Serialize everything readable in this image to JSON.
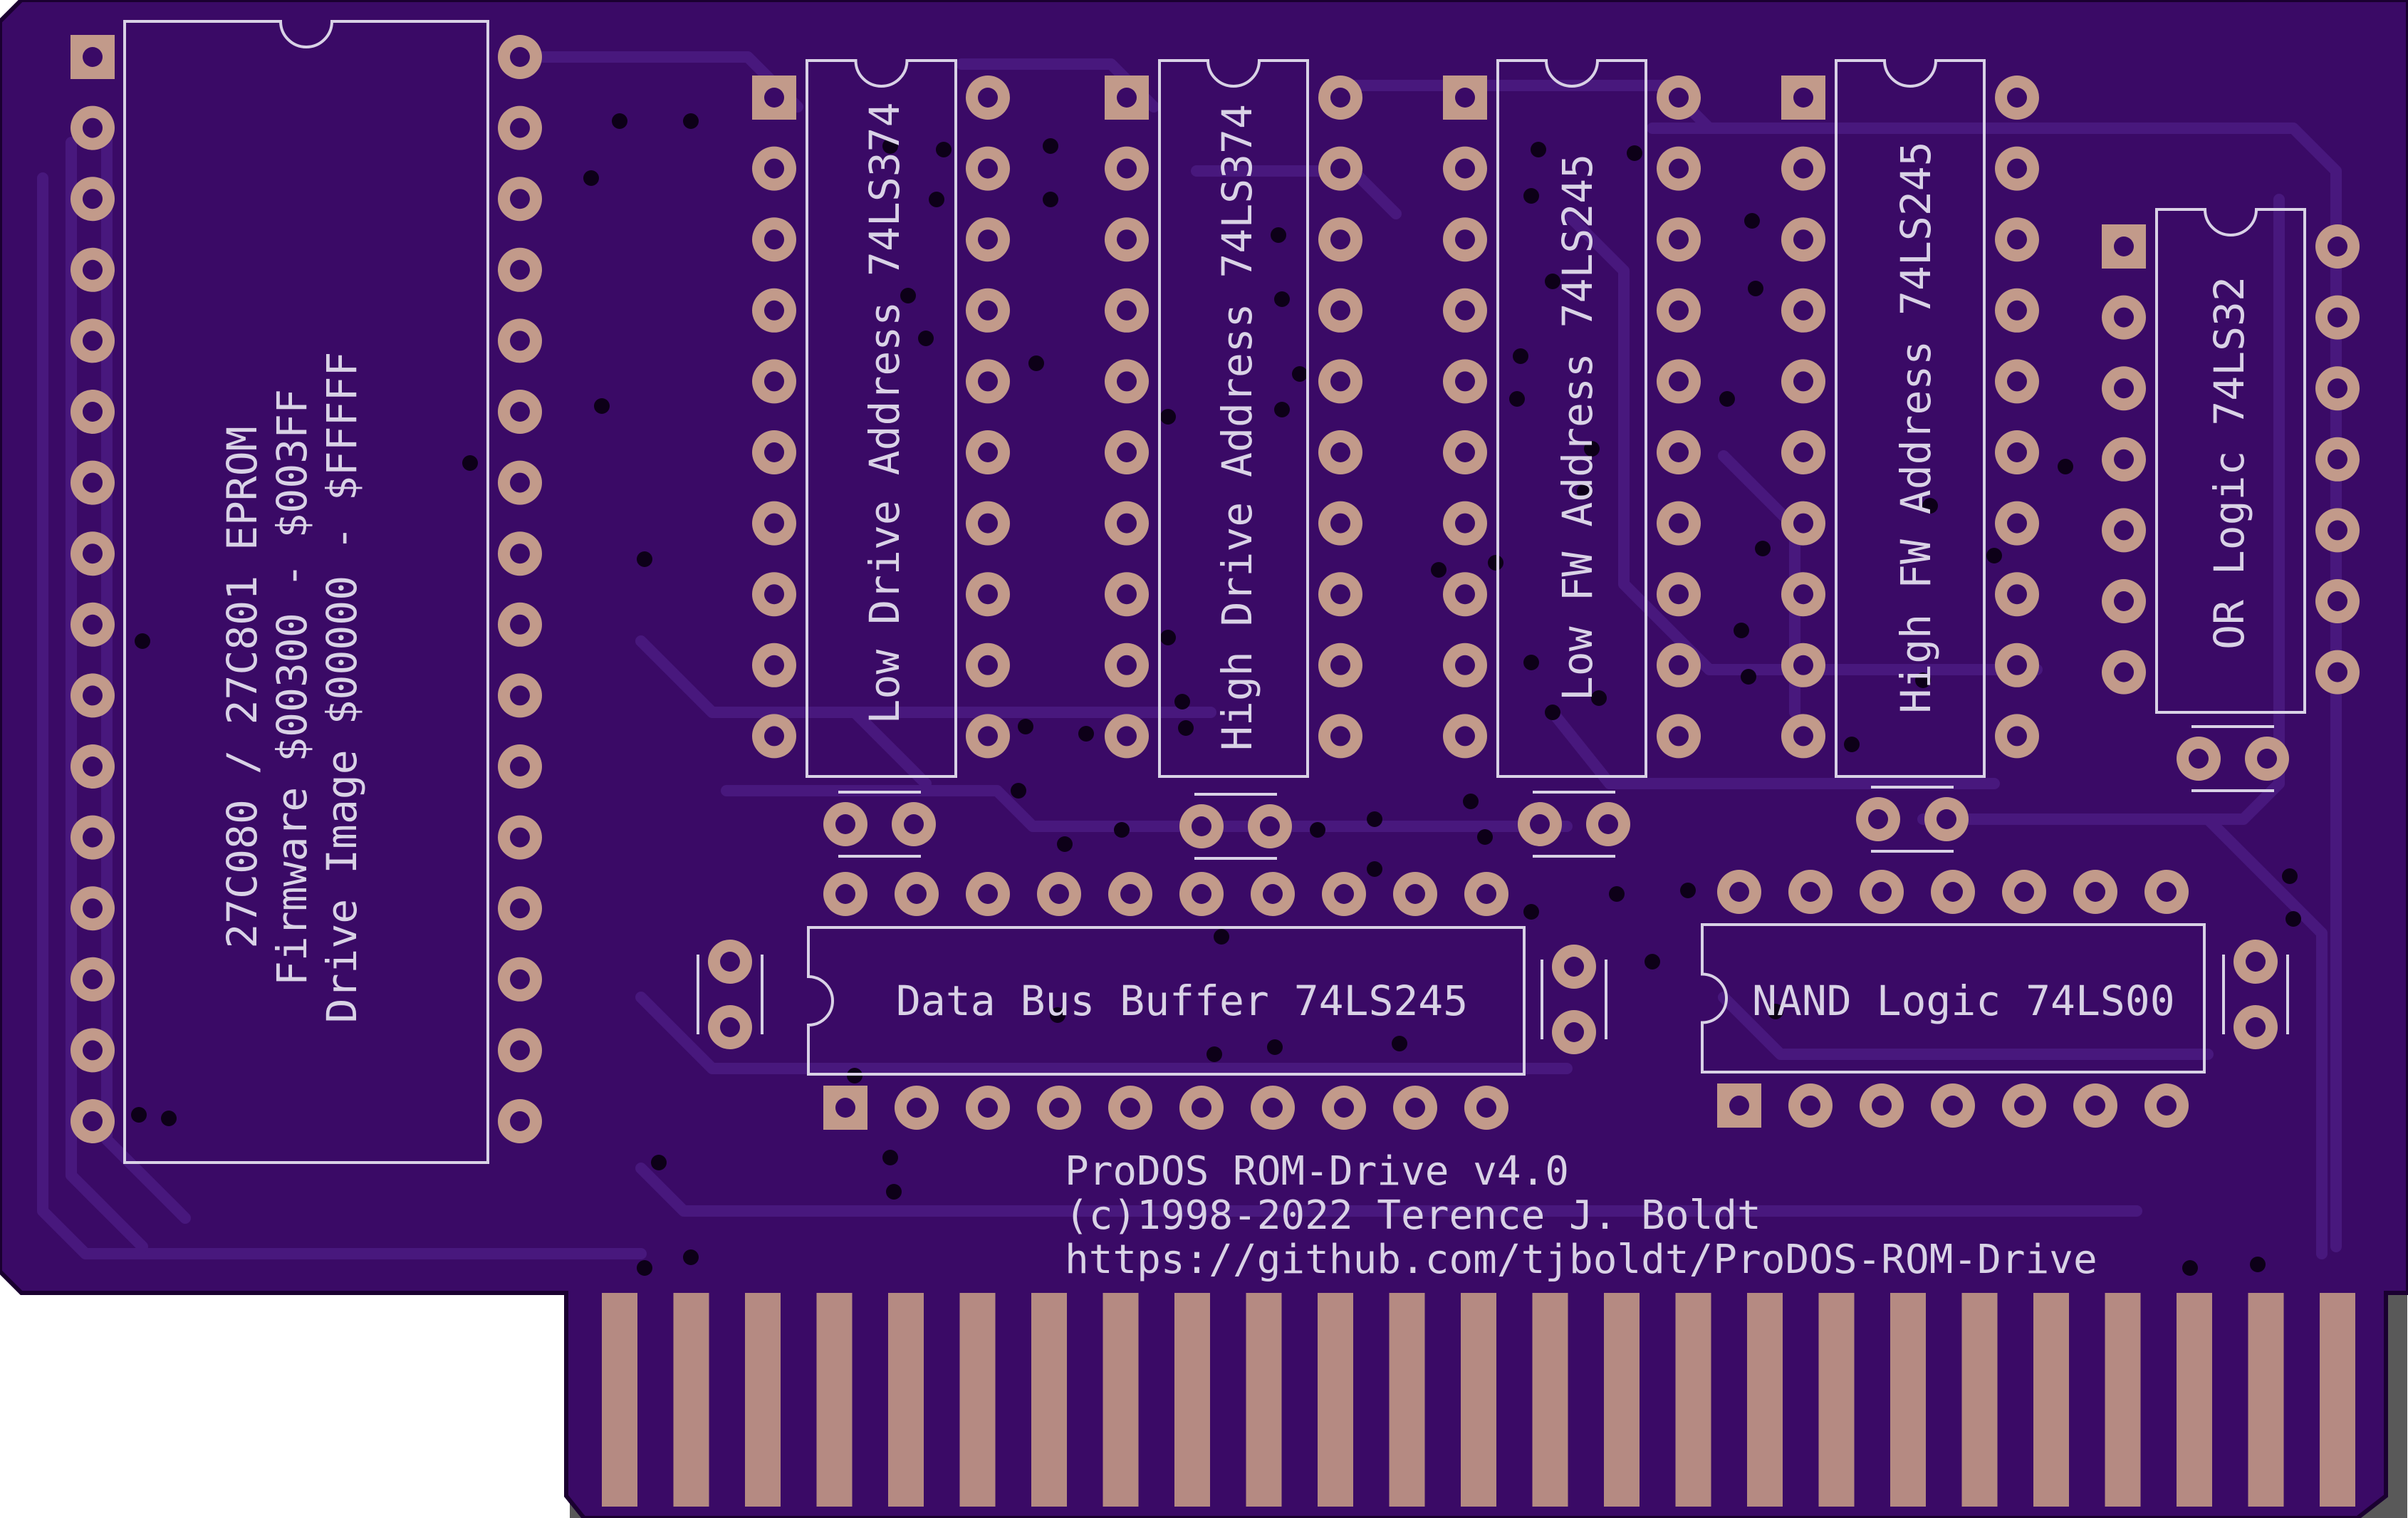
{
  "colors": {
    "board": "#3a0a66",
    "board_edge": "#1a0030",
    "trace": "#4a1a80",
    "silk": "#d9d2e6",
    "pad": "#c29a8a",
    "hole": "#3a0a66",
    "via": "#0d0018",
    "gold_finger": "#b58a82",
    "connector_bg": "#595959"
  },
  "ics": {
    "eprom": {
      "lines": [
        "27C080 / 27C801 EPROM",
        "Firmware $00300 - $003FF",
        "Drive Image $00000 - $FFFFF"
      ]
    },
    "low_drive": {
      "label": "Low Drive Address  74LS374"
    },
    "high_drive": {
      "label": "High Drive Address  74LS374"
    },
    "low_fw": {
      "label": "Low FW Address  74LS245"
    },
    "high_fw": {
      "label": "High FW Address  74LS245"
    },
    "or_logic": {
      "label": "OR Logic  74LS32"
    },
    "data_bus": {
      "label": "Data Bus Buffer  74LS245"
    },
    "nand_logic": {
      "label": "NAND Logic  74LS00"
    }
  },
  "credits": {
    "line1": "ProDOS ROM-Drive v4.0",
    "line2": "(c)1998-2022 Terence J. Boldt",
    "line3": "https://github.com/tjboldt/ProDOS-ROM-Drive"
  },
  "edge_connector": {
    "finger_count": 25
  }
}
